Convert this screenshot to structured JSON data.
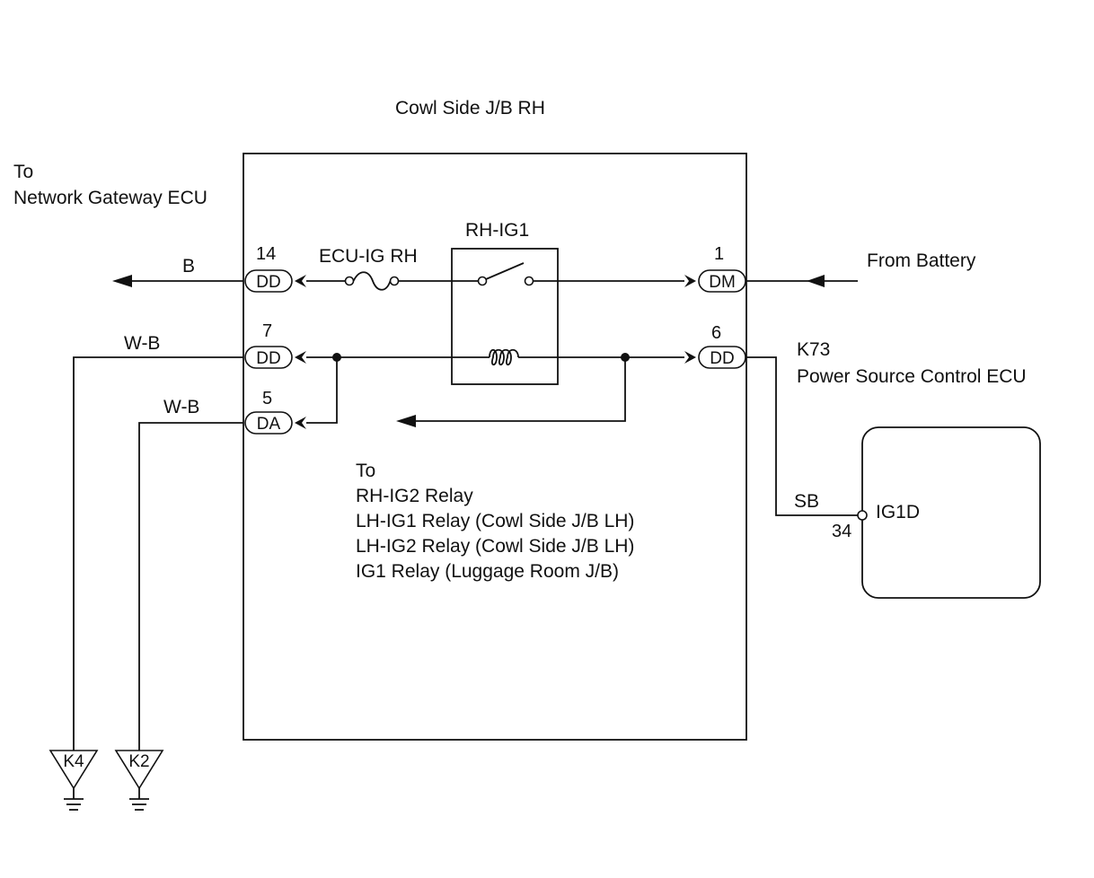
{
  "title": "Cowl Side J/B RH",
  "left_destination": {
    "line1": "To",
    "line2": "Network Gateway ECU"
  },
  "right_source": "From Battery",
  "fuse_label": "ECU-IG RH",
  "relay_label": "RH-IG1",
  "ecu": {
    "code": "K73",
    "name": "Power Source Control ECU",
    "terminal": "IG1D",
    "pin": "34"
  },
  "wire_colors": {
    "b": "B",
    "wb1": "W-B",
    "wb2": "W-B",
    "sb": "SB"
  },
  "connectors": {
    "left_top": {
      "pin": "14",
      "code": "DD"
    },
    "left_mid": {
      "pin": "7",
      "code": "DD"
    },
    "left_low": {
      "pin": "5",
      "code": "DA"
    },
    "right_top": {
      "pin": "1",
      "code": "DM"
    },
    "right_mid": {
      "pin": "6",
      "code": "DD"
    }
  },
  "relay_destinations": [
    "To",
    "RH-IG2 Relay",
    "LH-IG1 Relay (Cowl Side J/B LH)",
    "LH-IG2 Relay (Cowl Side J/B LH)",
    "IG1 Relay (Luggage Room J/B)"
  ],
  "grounds": [
    "K4",
    "K2"
  ]
}
